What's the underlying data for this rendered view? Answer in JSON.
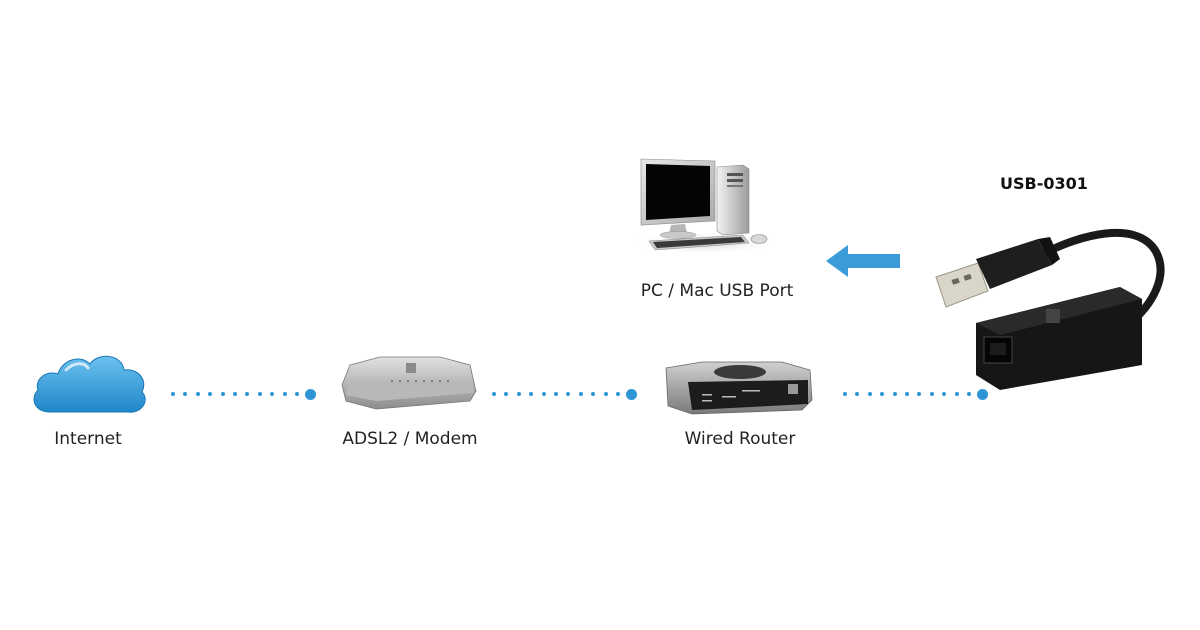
{
  "product": {
    "title": "USB-0301"
  },
  "nodes": [
    {
      "id": "internet",
      "label": "Internet",
      "icon": "cloud-icon"
    },
    {
      "id": "modem",
      "label": "ADSL2 / Modem",
      "icon": "modem-icon"
    },
    {
      "id": "router",
      "label": "Wired Router",
      "icon": "router-icon"
    },
    {
      "id": "adapter",
      "label": "USB-0301",
      "icon": "usb-ethernet-adapter-icon"
    },
    {
      "id": "pc",
      "label": "PC / Mac USB Port",
      "icon": "desktop-computer-icon"
    }
  ],
  "connections": [
    {
      "from": "internet",
      "to": "modem",
      "style": "dotted"
    },
    {
      "from": "modem",
      "to": "router",
      "style": "dotted"
    },
    {
      "from": "router",
      "to": "adapter",
      "style": "dotted"
    },
    {
      "from": "adapter",
      "to": "pc",
      "style": "arrow"
    }
  ],
  "colors": {
    "accent": "#2f95d6",
    "arrow": "#3a9bd8",
    "cloud": "#3aa0dd"
  }
}
